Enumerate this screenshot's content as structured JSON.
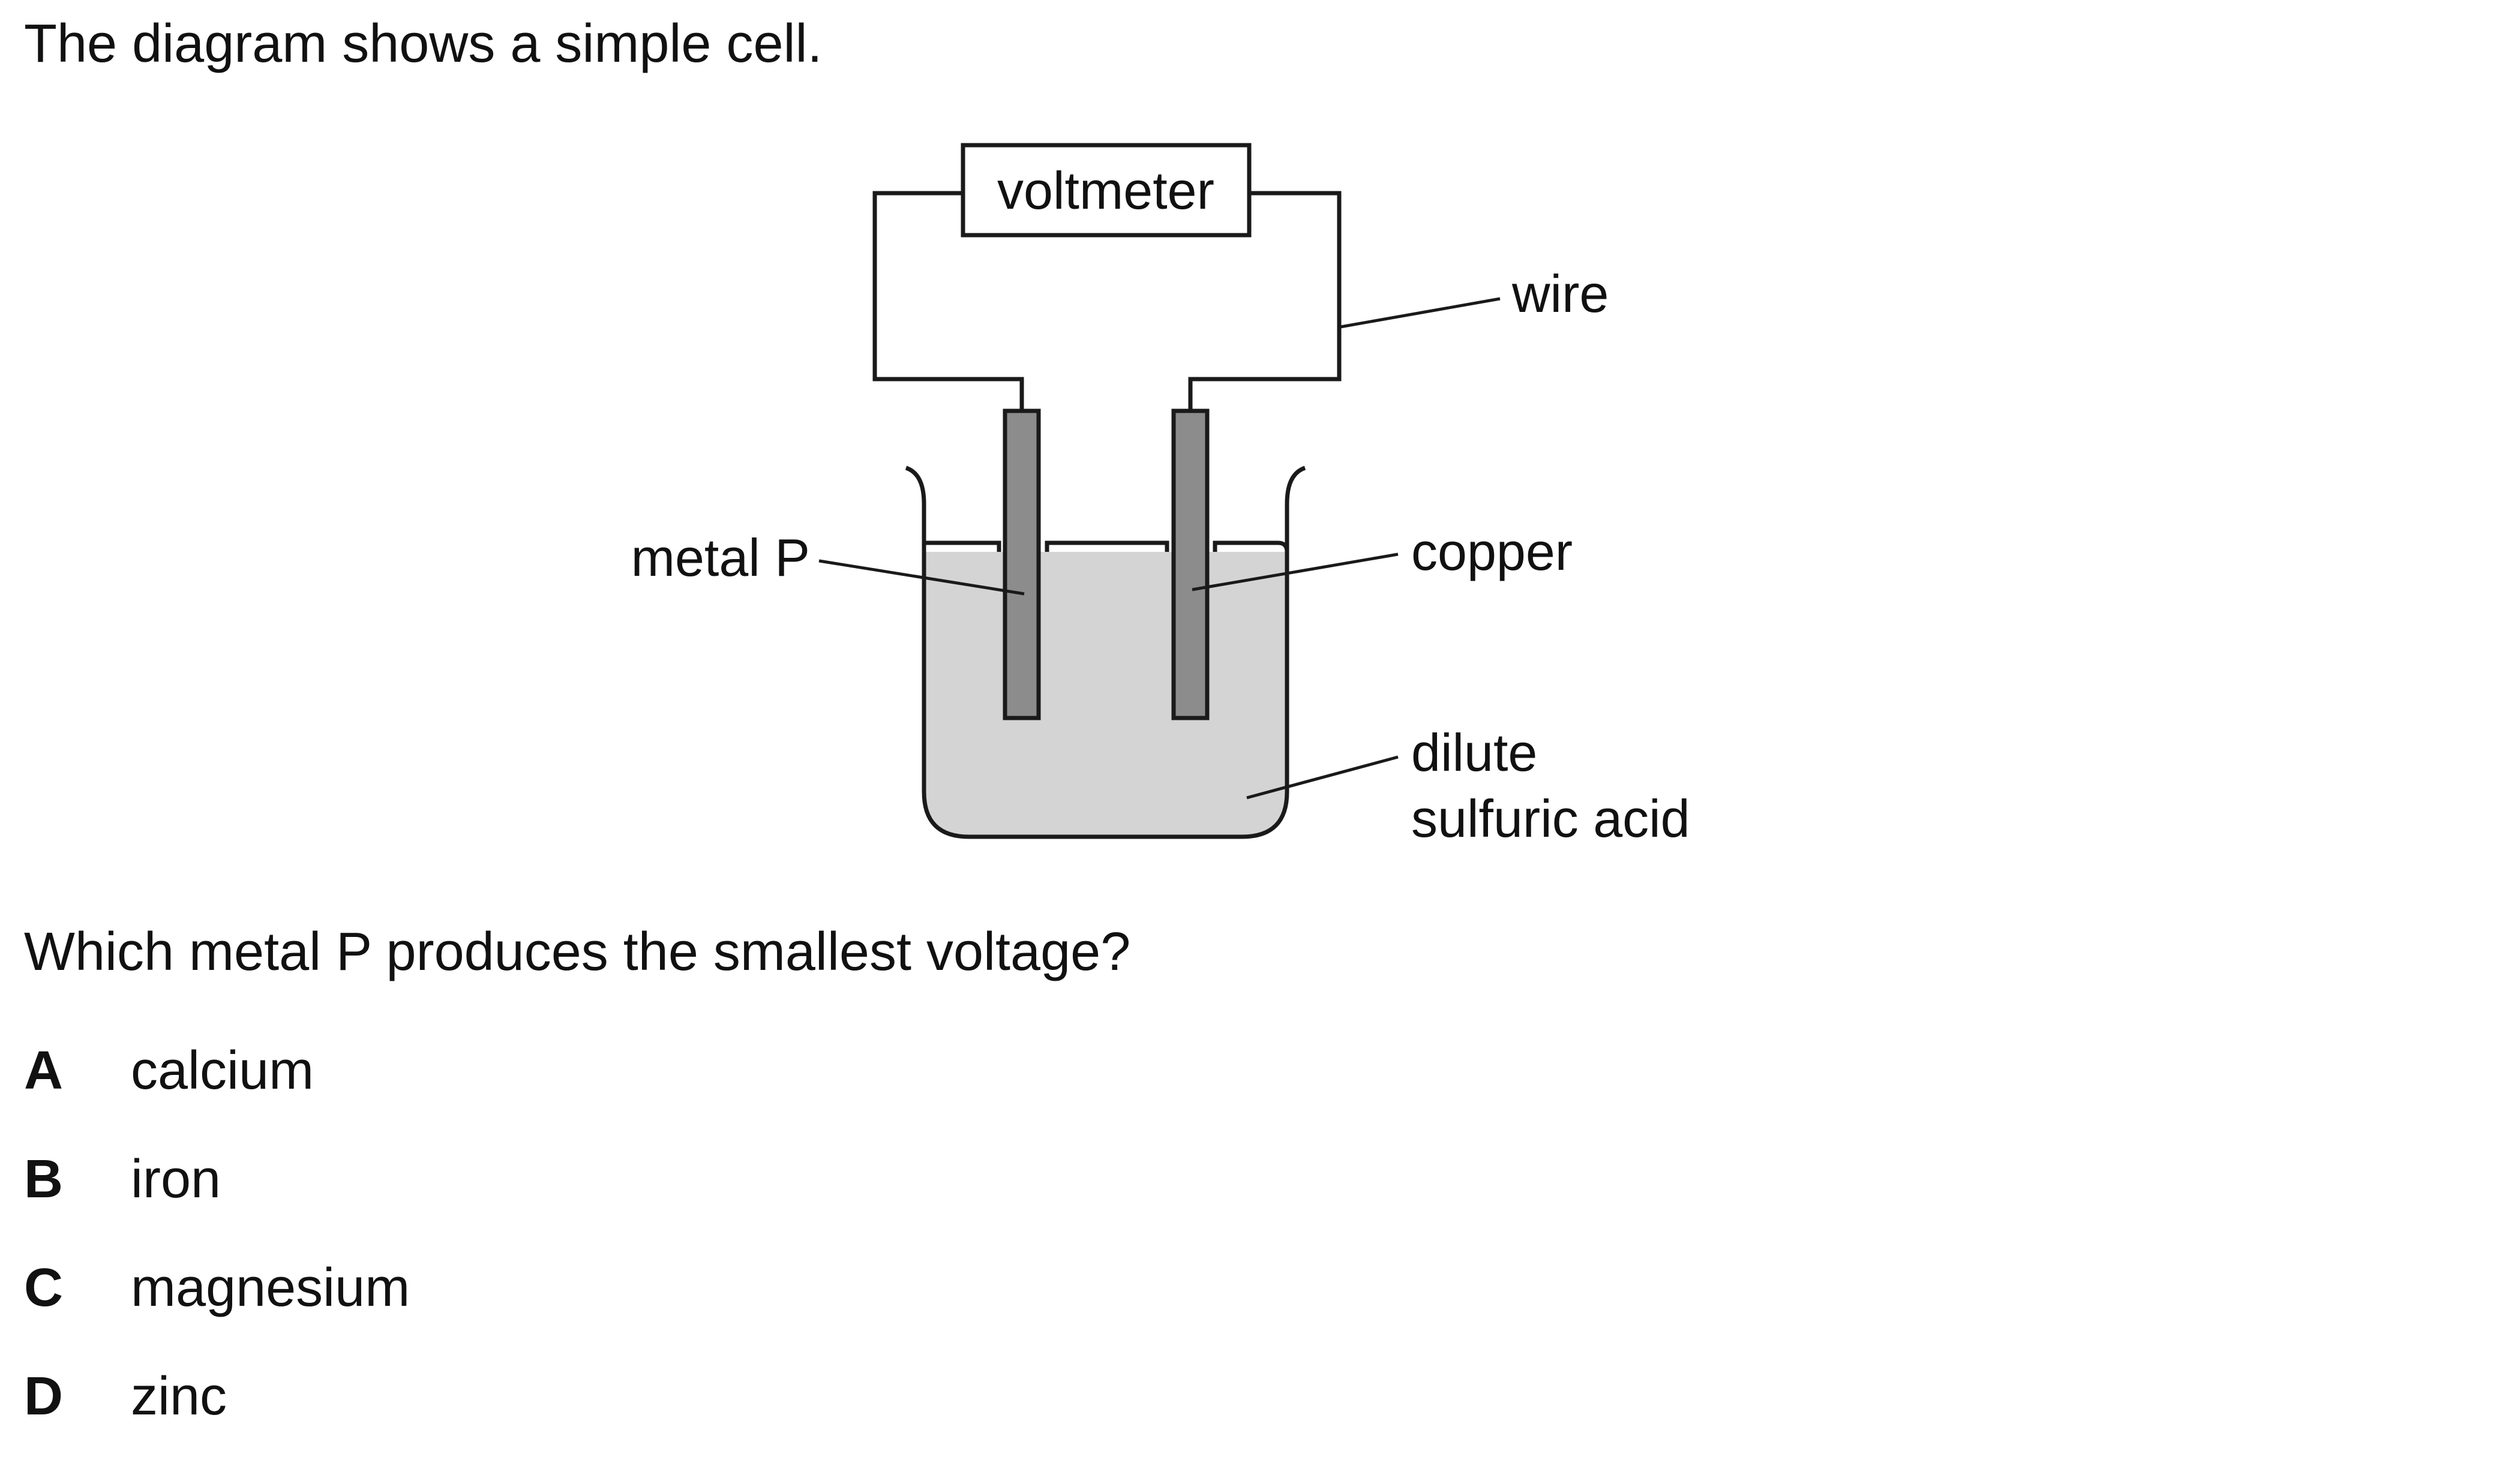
{
  "intro": "The diagram shows a simple cell.",
  "diagram": {
    "labels": {
      "voltmeter": "voltmeter",
      "wire": "wire",
      "metal_p": "metal P",
      "copper": "copper",
      "acid_line1": "dilute",
      "acid_line2": "sulfuric acid"
    },
    "colors": {
      "outline": "#1a1a1a",
      "electrode": "#8c8c8c",
      "liquid": "#d4d4d4"
    }
  },
  "question": "Which metal P produces the smallest voltage?",
  "options": [
    {
      "letter": "A",
      "text": "calcium"
    },
    {
      "letter": "B",
      "text": "iron"
    },
    {
      "letter": "C",
      "text": "magnesium"
    },
    {
      "letter": "D",
      "text": "zinc"
    }
  ]
}
